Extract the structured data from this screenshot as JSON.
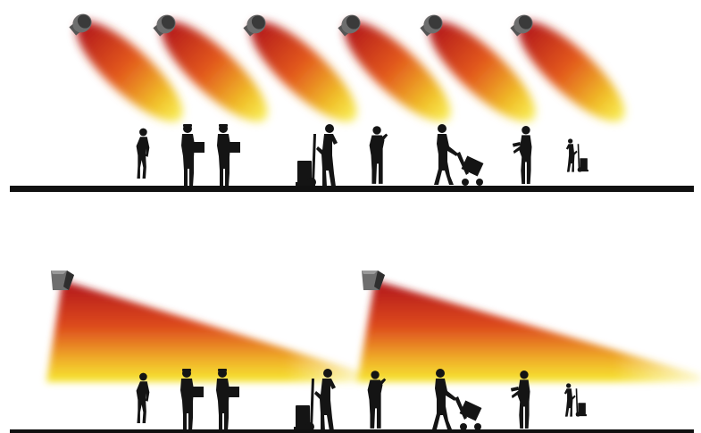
{
  "colors": {
    "background": "#ffffff",
    "floor": "#111111",
    "silhouette": "#141414",
    "heat_inner": "#b0141c",
    "heat_mid": "#e2581d",
    "heat_outer": "#f4e227",
    "heater_body": "#6e6e6e",
    "heater_face": "#9a9a9a"
  },
  "panels": [
    {
      "id": "top",
      "heater_type": "radiant-dome-heater-icon",
      "heater_count": 6,
      "beam_shape": "angled elliptical cones",
      "figures": [
        "walking-person",
        "person-carrying-box",
        "person-carrying-box",
        "person-with-handtruck",
        "person-on-phone",
        "person-pushing-dolly",
        "person-with-clipboard",
        "person-with-handtruck"
      ]
    },
    {
      "id": "bottom",
      "heater_type": "directional-box-heater-icon",
      "heater_count": 2,
      "beam_shape": "long wedge beams",
      "figures": [
        "walking-person",
        "person-carrying-box",
        "person-carrying-box",
        "person-with-handtruck",
        "person-on-phone",
        "person-pushing-dolly",
        "person-with-clipboard",
        "person-with-handtruck"
      ]
    }
  ]
}
